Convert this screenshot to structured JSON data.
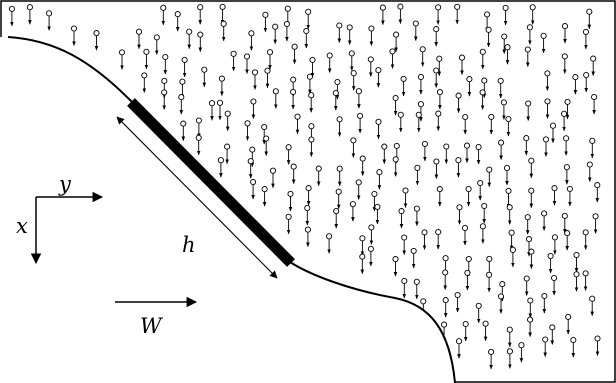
{
  "labels": {
    "x_axis": "x",
    "y_axis": "y",
    "length": "h",
    "wind": "W"
  }
}
